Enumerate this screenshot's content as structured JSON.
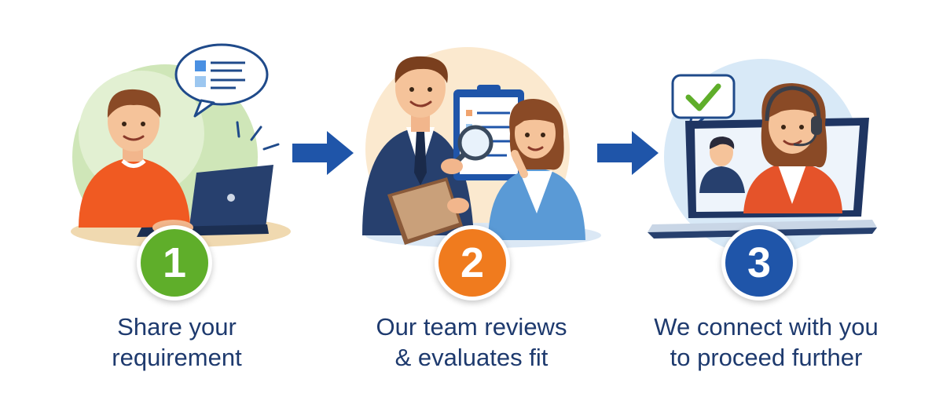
{
  "steps": [
    {
      "number": "1",
      "caption_line1": "Share your",
      "caption_line2": "requirement",
      "color": "#5fae2a"
    },
    {
      "number": "2",
      "caption_line1": "Our team reviews",
      "caption_line2": "& evaluates fit",
      "color": "#f07b1e"
    },
    {
      "number": "3",
      "caption_line1": "We connect with you",
      "caption_line2": "to proceed further",
      "color": "#1f55a9"
    }
  ],
  "arrow_color": "#1f55a9",
  "icons": [
    "checklist-speech-bubble-icon",
    "laptop-icon",
    "clipboard-icon",
    "magnifier-icon",
    "tablet-icon",
    "checkmark-bubble-icon",
    "headset-icon",
    "video-call-laptop-icon"
  ]
}
